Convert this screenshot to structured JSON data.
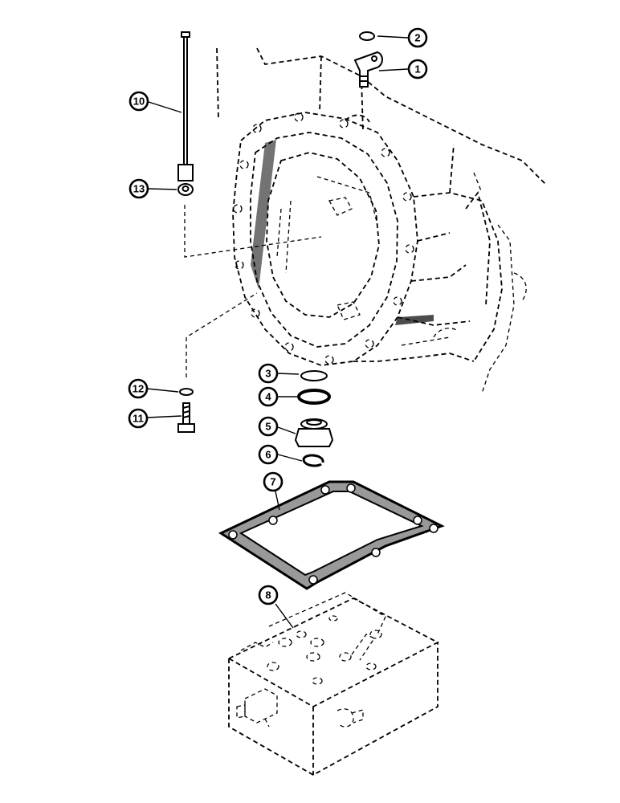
{
  "callouts": [
    {
      "id": "c1",
      "label": "1"
    },
    {
      "id": "c2",
      "label": "2"
    },
    {
      "id": "c3",
      "label": "3"
    },
    {
      "id": "c4",
      "label": "4"
    },
    {
      "id": "c5",
      "label": "5"
    },
    {
      "id": "c6",
      "label": "6"
    },
    {
      "id": "c7",
      "label": "7"
    },
    {
      "id": "c8",
      "label": "8"
    },
    {
      "id": "c10",
      "label": "10"
    },
    {
      "id": "c11",
      "label": "11"
    },
    {
      "id": "c12",
      "label": "12"
    },
    {
      "id": "c13",
      "label": "13"
    }
  ]
}
